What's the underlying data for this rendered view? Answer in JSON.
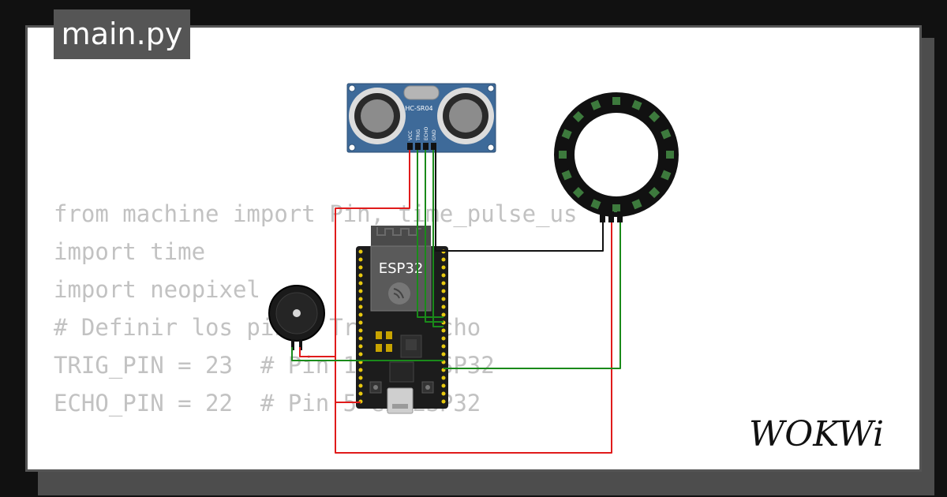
{
  "tab": {
    "filename": "main.py"
  },
  "code_lines": [
    "from machine import Pin, time_pulse_us",
    "import time",
    "import neopixel",
    "",
    "",
    "# Definir los pines Trig y Echo",
    "TRIG_PIN = 23  # Pin 18 en ESP32",
    "ECHO_PIN = 22  # Pin 5 en ESP32"
  ],
  "sensor": {
    "model": "HC-SR04",
    "pins": [
      "VCC",
      "TRIG",
      "ECHO",
      "GND"
    ]
  },
  "board": {
    "label": "ESP32"
  },
  "logo": {
    "text": "WOKWi"
  },
  "colors": {
    "background": "#111111",
    "card": "#ffffff",
    "tab": "#555555",
    "code_text": "#c2c2c2",
    "wire_red": "#e01b1b",
    "wire_green": "#1a8a1a",
    "wire_black": "#111111",
    "sensor_blue": "#3e6a99",
    "neopixel_ring": "#111111",
    "neopixel_led": "#3d7a3d"
  }
}
